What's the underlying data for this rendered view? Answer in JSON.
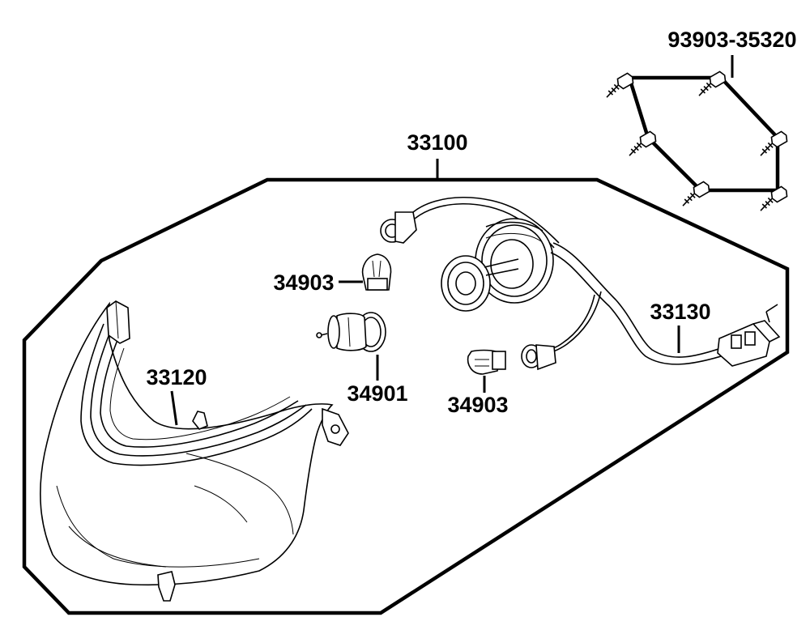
{
  "labels": {
    "assembly": "33100",
    "lens": "33120",
    "harness": "33130",
    "bulb_main": "34901",
    "bulb_small_upper": "34903",
    "bulb_small_lower": "34903",
    "screws": "93903-35320"
  }
}
